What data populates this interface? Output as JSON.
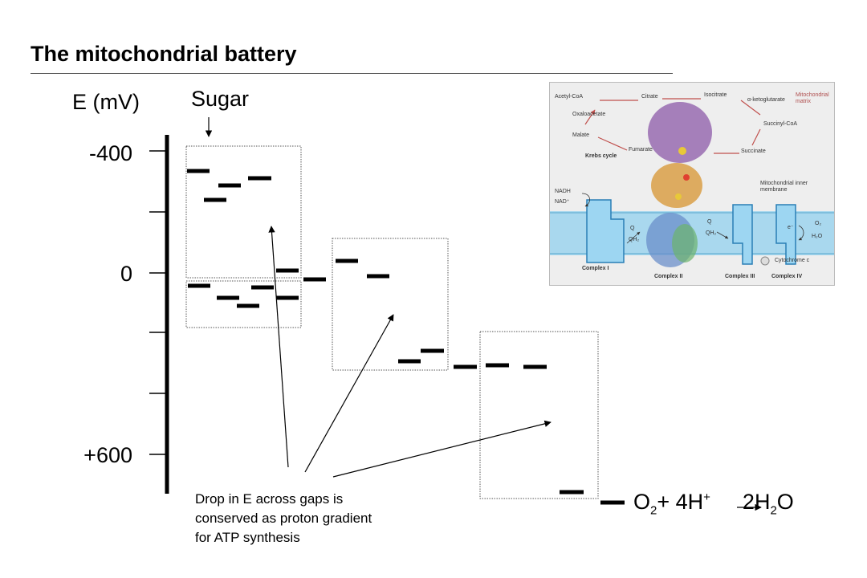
{
  "title": "The mitochondrial battery",
  "axis": {
    "title": "E (mV)",
    "tick_labels": [
      "-400",
      "0",
      "+600"
    ],
    "scale_marks_mv": [
      -400,
      -200,
      0,
      200,
      400,
      600
    ]
  },
  "sugar_label": "Sugar",
  "caption_lines": [
    "Drop in E across gaps is",
    "conserved as proton gradient",
    "for ATP synthesis"
  ],
  "equation": {
    "o": "O",
    "o_sub": "2",
    "plus": "+ 4H",
    "h_sup": "+",
    "product_coef": "2H",
    "product_sub": "2",
    "product_o": "O"
  },
  "colors": {
    "ink": "#000000",
    "membrane": "#a9d8ee",
    "complex_fill": "#9dd6f2",
    "complex_stroke": "#2a7fb5",
    "protein_purple": "#8c5aa8",
    "protein_orange": "#d89a3c",
    "cycle_arrow": "#c0504d"
  },
  "inset": {
    "krebs_labels": {
      "acetyl_coa": "Acetyl-CoA",
      "citrate": "Citrate",
      "isocitrate": "Isocitrate",
      "ketoglutarate": "α-ketoglutarate",
      "matrix": "Mitochondrial matrix",
      "oxaloacetate": "Oxaloacetate",
      "succinyl_coa": "Succinyl-CoA",
      "malate": "Malate",
      "fumarate": "Fumarate",
      "succinate": "Succinate",
      "krebs_cycle": "Krebs cycle"
    },
    "membrane_labels": {
      "inner_membrane": "Mitochondrial inner membrane",
      "nadh": "NADH",
      "nad": "NAD⁺",
      "q1": "Q",
      "qh2_1": "QH₂",
      "q2": "Q",
      "qh2_2": "QH₂",
      "electron": "e⁻",
      "o2": "O₂",
      "h2o": "H₂O",
      "cytochrome_c": "Cytochrome c"
    },
    "complex_labels": {
      "complex_1": "Complex I",
      "complex_2": "Complex II",
      "complex_3": "Complex III",
      "complex_4": "Complex IV"
    }
  }
}
